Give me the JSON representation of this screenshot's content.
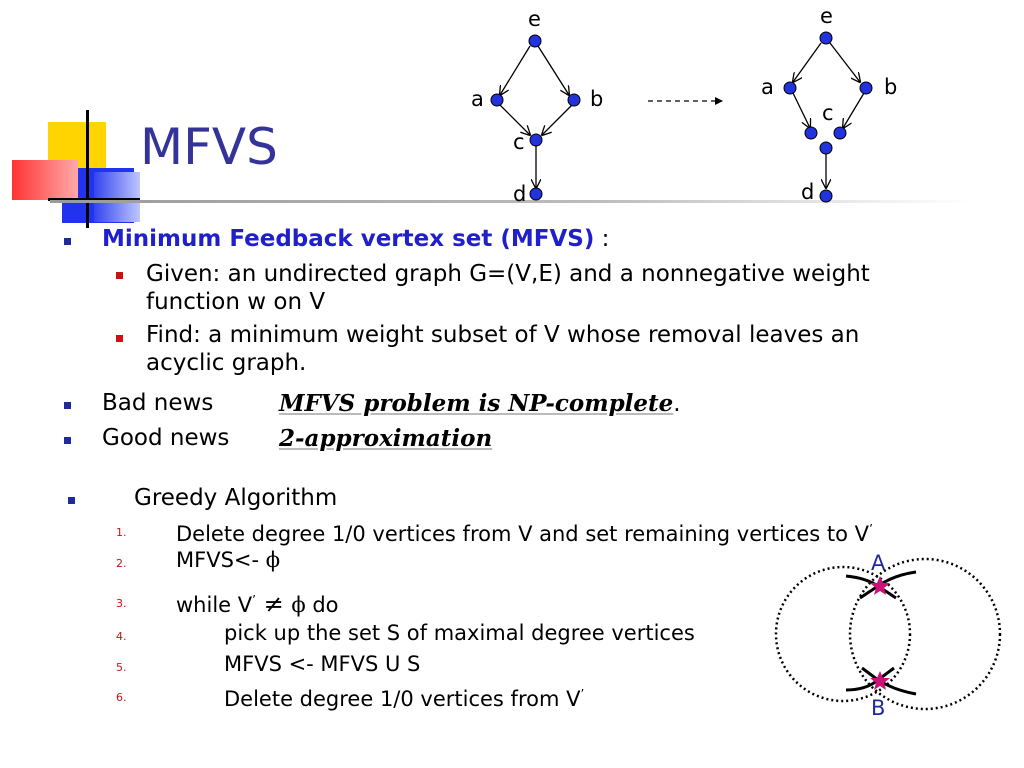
{
  "title": "MFVS",
  "graph_before": {
    "e": "e",
    "a": "a",
    "b": "b",
    "c": "c",
    "d": "d"
  },
  "graph_after": {
    "e": "e",
    "a": "a",
    "b": "b",
    "c": "c",
    "d": "d"
  },
  "circle_labels": {
    "top": "A",
    "bottom": "B"
  },
  "bullets": {
    "b1": {
      "label": "Minimum Feedback vertex set (MFVS)",
      "suffix": " :"
    },
    "b1_sub1": {
      "line1": "Given: an undirected graph G=(V,E) and a nonnegative weight",
      "line2": "function w on V"
    },
    "b1_sub2": {
      "line1": "Find: a minimum weight subset of V whose removal leaves an",
      "line2": "acyclic graph."
    },
    "b2": {
      "label": "Bad news",
      "value": "MFVS problem is NP-complete",
      "suffix": "."
    },
    "b3": {
      "label": "Good news",
      "value": "2-approximation"
    },
    "b4": {
      "label": "Greedy Algorithm"
    }
  },
  "algorithm": [
    {
      "num": "1.",
      "text": "Delete degree 1/0 vertices from V and set remaining vertices to V",
      "sup": "’"
    },
    {
      "num": "2.",
      "text": "MFVS<- ",
      "sym": "ϕ"
    },
    {
      "num": "3.",
      "pre": "while V",
      "sup": "’",
      "neq": " ≠ ",
      "sym": "ϕ",
      "post": " do"
    },
    {
      "num": "4.",
      "text": "pick up the set S of maximal degree vertices"
    },
    {
      "num": "5.",
      "text": "MFVS <- MFVS U S"
    },
    {
      "num": "6.",
      "text": "Delete degree 1/0 vertices from V",
      "sup": "’"
    }
  ],
  "colors": {
    "title": "#333399",
    "node": "#2233dd",
    "bullet_blue": "#1f2a9c",
    "bullet_red": "#cc1111",
    "heading_blue": "#1f1fcc",
    "star": "#cc1177"
  }
}
